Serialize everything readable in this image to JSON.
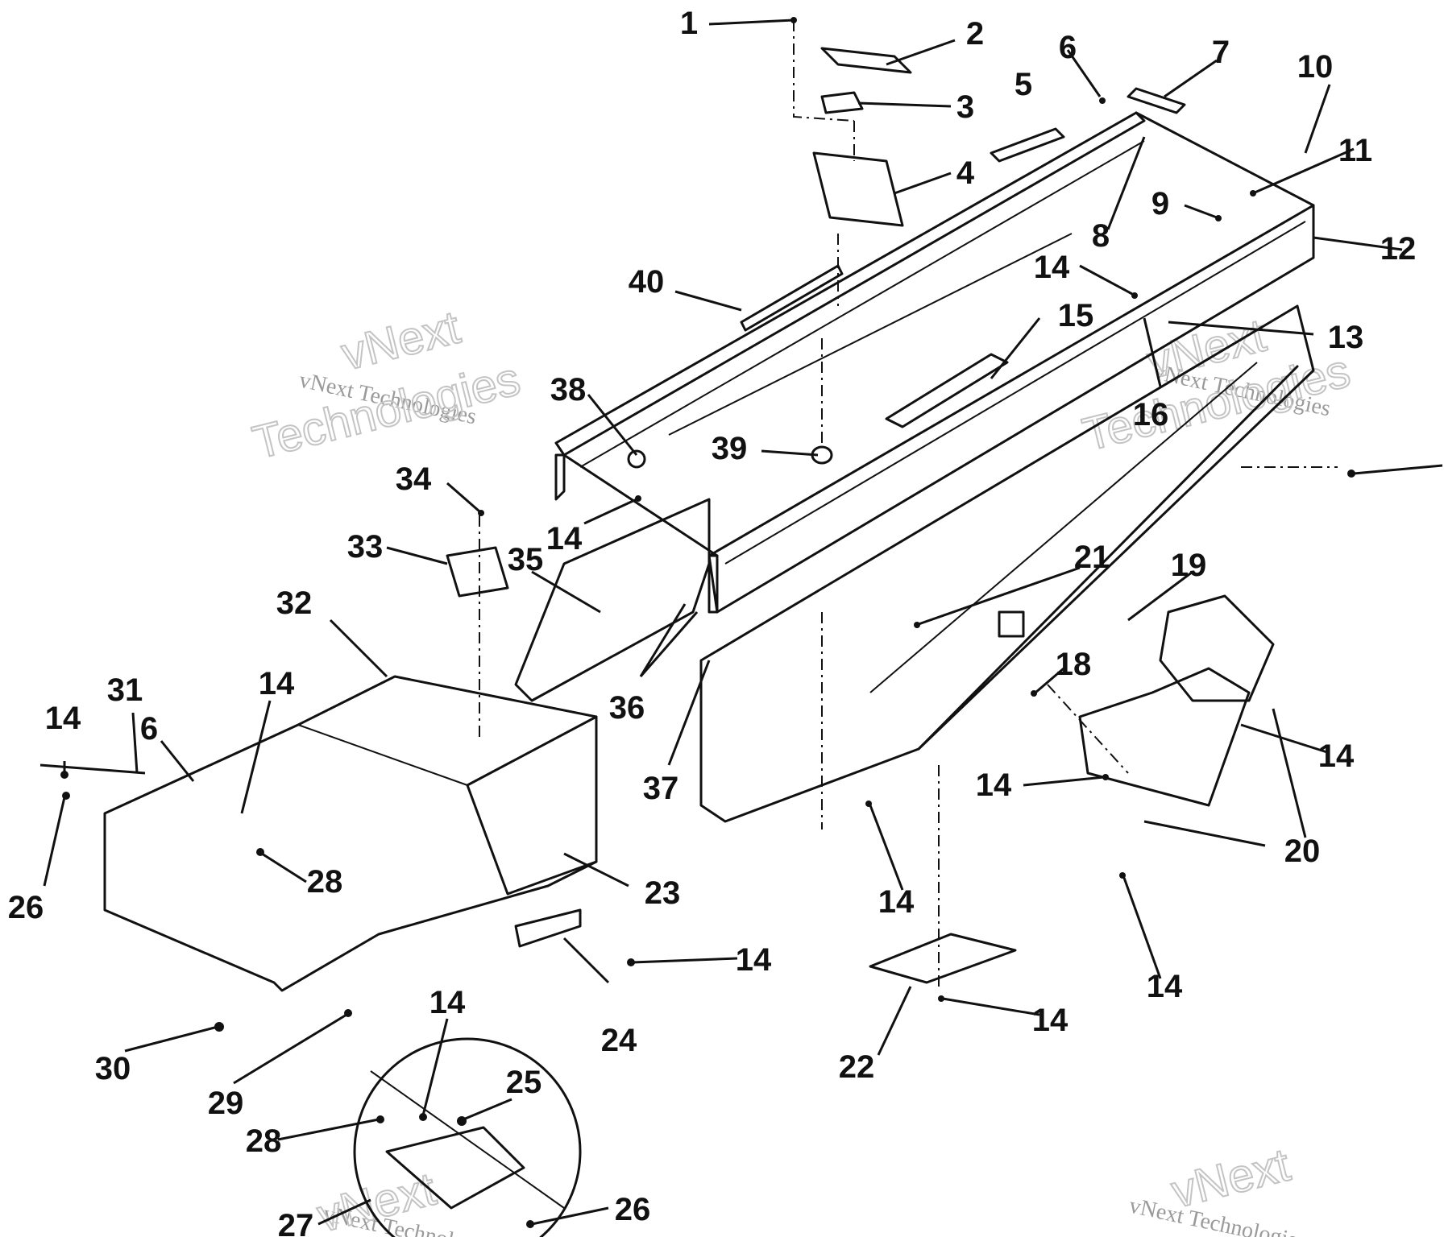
{
  "callouts": [
    {
      "n": "1"
    },
    {
      "n": "2"
    },
    {
      "n": "3"
    },
    {
      "n": "4"
    },
    {
      "n": "5"
    },
    {
      "n": "6"
    },
    {
      "n": "7"
    },
    {
      "n": "10"
    },
    {
      "n": "11"
    },
    {
      "n": "9"
    },
    {
      "n": "8"
    },
    {
      "n": "12"
    },
    {
      "n": "14"
    },
    {
      "n": "15"
    },
    {
      "n": "13"
    },
    {
      "n": "40"
    },
    {
      "n": "38"
    },
    {
      "n": "16"
    },
    {
      "n": "39"
    },
    {
      "n": "34"
    },
    {
      "n": "14"
    },
    {
      "n": "33"
    },
    {
      "n": "35"
    },
    {
      "n": "21"
    },
    {
      "n": "19"
    },
    {
      "n": "32"
    },
    {
      "n": "36"
    },
    {
      "n": "18"
    },
    {
      "n": "31"
    },
    {
      "n": "14"
    },
    {
      "n": "14"
    },
    {
      "n": "6"
    },
    {
      "n": "37"
    },
    {
      "n": "14"
    },
    {
      "n": "14"
    },
    {
      "n": "26"
    },
    {
      "n": "28"
    },
    {
      "n": "23"
    },
    {
      "n": "20"
    },
    {
      "n": "14"
    },
    {
      "n": "14"
    },
    {
      "n": "14"
    },
    {
      "n": "30"
    },
    {
      "n": "24"
    },
    {
      "n": "22"
    },
    {
      "n": "14"
    },
    {
      "n": "29"
    },
    {
      "n": "14"
    },
    {
      "n": "25"
    },
    {
      "n": "28"
    },
    {
      "n": "27"
    },
    {
      "n": "26"
    }
  ],
  "watermarks": {
    "small": "vNext Technologies",
    "big_top": "vNext",
    "big_bottom": "Technologies"
  }
}
